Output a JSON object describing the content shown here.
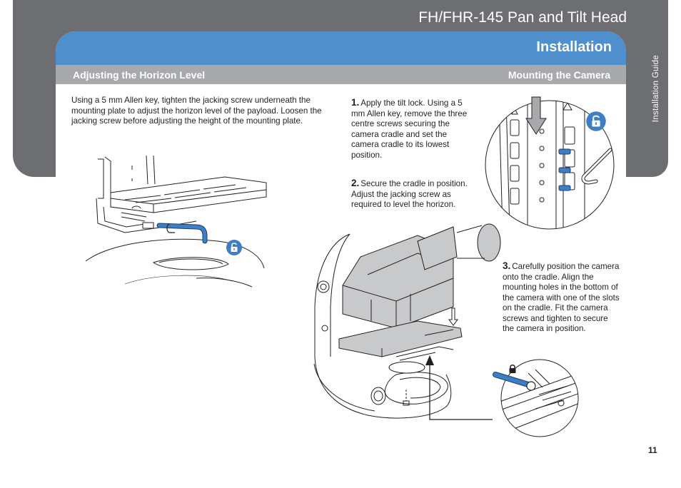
{
  "header": {
    "document_title": "FH/FHR-145 Pan and Tilt Head",
    "side_tab_label": "Installation Guide"
  },
  "section": {
    "title": "Installation",
    "left_heading": "Adjusting the Horizon Level",
    "right_heading": "Mounting the Camera"
  },
  "left_column": {
    "intro": "Using a 5 mm Allen key, tighten the jacking screw underneath the mounting plate to adjust the horizon level of the payload. Loosen the jacking screw before adjusting the height of the mounting plate."
  },
  "steps": [
    {
      "number": "1.",
      "text": "Apply the tilt lock. Using a 5 mm Allen key, remove the three centre screws securing the camera cradle and set the camera cradle to its lowest position."
    },
    {
      "number": "2.",
      "text": "Secure the cradle in position. Adjust the jacking screw as required to level the horizon."
    },
    {
      "number": "3.",
      "text": "Carefully position the camera onto the cradle. Align the mounting holes in the bottom of the camera with one of the slots on the cradle. Fit the camera screws and tighten to secure the camera in position."
    }
  ],
  "footer": {
    "page_number": "11"
  },
  "icons": {
    "unlock": "unlock-icon",
    "lock": "lock-icon",
    "arrow_down": "arrow-down-icon",
    "arrow_up": "arrow-up-icon"
  },
  "colors": {
    "header_grey": "#6d6e71",
    "section_blue": "#4f8fcd",
    "subheading_grey": "#a7a9ac",
    "allen_key_blue": "#3d7ec4"
  }
}
